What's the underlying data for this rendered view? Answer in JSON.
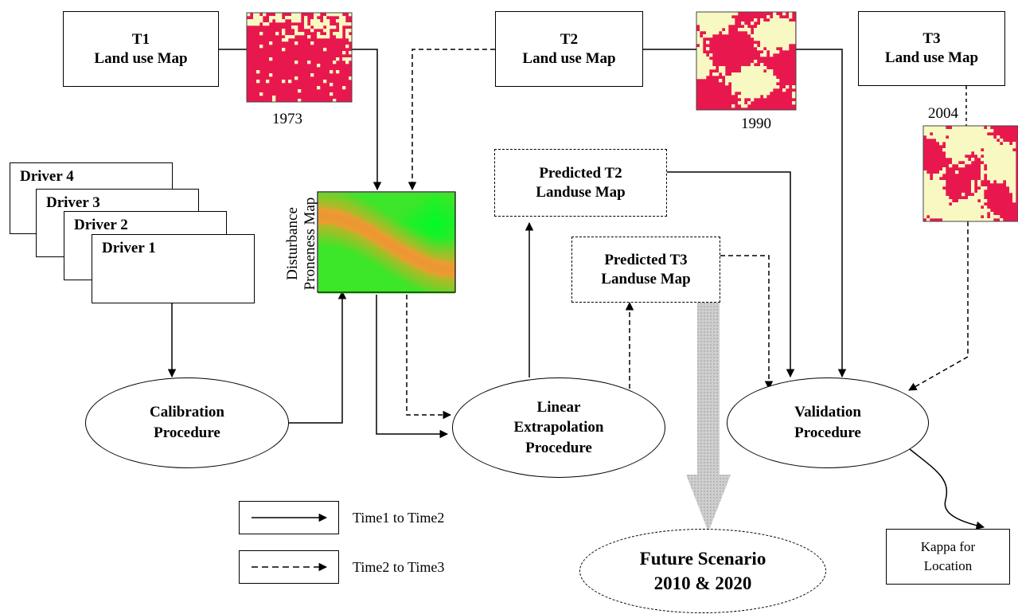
{
  "t1_box": {
    "line1": "T1",
    "line2": "Land use Map"
  },
  "t2_box": {
    "line1": "T2",
    "line2": "Land use Map"
  },
  "t3_box": {
    "line1": "T3",
    "line2": "Land use Map"
  },
  "year_1973": "1973",
  "year_1990": "1990",
  "year_2004": "2004",
  "drivers": [
    "Driver 4",
    "Driver 3",
    "Driver 2",
    "Driver 1"
  ],
  "proneness_label": {
    "line1": "Disturbance",
    "line2": "Proneness Map"
  },
  "predicted_t2": {
    "line1": "Predicted T2",
    "line2": "Landuse Map"
  },
  "predicted_t3": {
    "line1": "Predicted T3",
    "line2": "Landuse Map"
  },
  "calibration": {
    "line1": "Calibration",
    "line2": "Procedure"
  },
  "linear": {
    "line1": "Linear",
    "line2": "Extrapolation",
    "line3": "Procedure"
  },
  "validation": {
    "line1": "Validation",
    "line2": "Procedure"
  },
  "future": {
    "line1": "Future Scenario",
    "line2": "2010 & 2020"
  },
  "kappa": {
    "line1": "Kappa for",
    "line2": "Location"
  },
  "legend": {
    "solid": "Time1 to Time2",
    "dashed": "Time2 to Time3"
  },
  "colors": {
    "disturbed": "#e8184f",
    "undisturbed": "#f7f8c2",
    "arrow": "#000000",
    "future_arrow": "#c0c0c0"
  }
}
